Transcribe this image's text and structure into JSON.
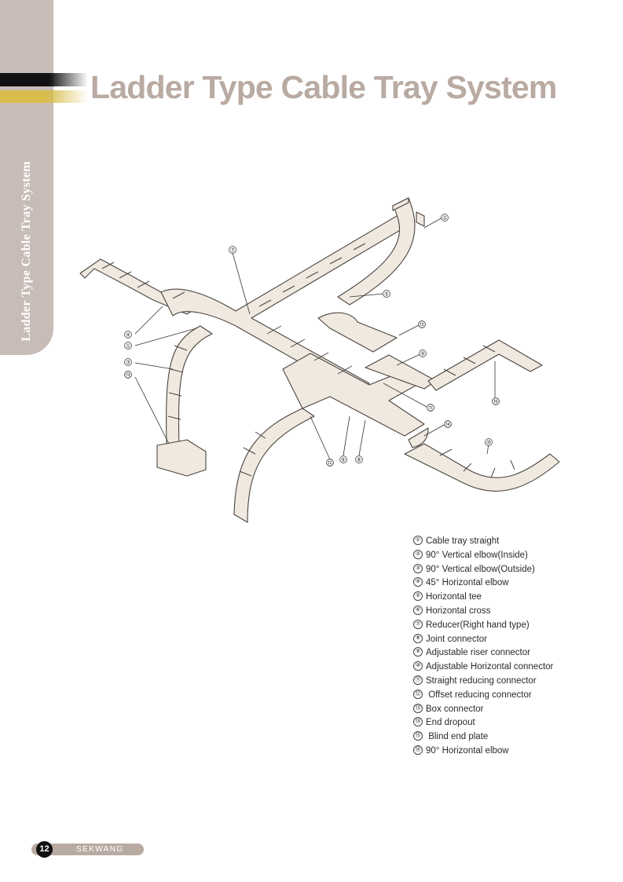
{
  "side_tab": {
    "title": "Ladder Type Cable Tray System"
  },
  "header": {
    "title": "Ladder Type Cable Tray System"
  },
  "diagram": {
    "callouts": [
      "①",
      "②",
      "③",
      "④",
      "⑤",
      "⑥",
      "⑦",
      "⑧",
      "⑨",
      "⑩",
      "⑪",
      "⑫",
      "⑬",
      "⑭",
      "⑮",
      "⑯"
    ]
  },
  "legend": [
    {
      "num": "①",
      "label": "Cable tray straight"
    },
    {
      "num": "②",
      "label": "90° Vertical elbow(Inside)"
    },
    {
      "num": "③",
      "label": "90° Vertical elbow(Outside)"
    },
    {
      "num": "④",
      "label": "45° Horizontal elbow"
    },
    {
      "num": "⑤",
      "label": "Horizontal tee"
    },
    {
      "num": "⑥",
      "label": "Horizontal cross"
    },
    {
      "num": "⑦",
      "label": "Reducer(Right hand type)"
    },
    {
      "num": "⑧",
      "label": "Joint connector"
    },
    {
      "num": "⑨",
      "label": "Adjustable riser connector"
    },
    {
      "num": "⑩",
      "label": "Adjustable Horizontal connector"
    },
    {
      "num": "⑪",
      "label": "Straight reducing connector"
    },
    {
      "num": "⑫",
      "label": " Offset reducing connector"
    },
    {
      "num": "⑬",
      "label": "Box connector"
    },
    {
      "num": "⑭",
      "label": "End dropout"
    },
    {
      "num": "⑮",
      "label": " Blind end plate"
    },
    {
      "num": "⑯",
      "label": "90° Horizontal elbow"
    }
  ],
  "footer": {
    "page_number": "12",
    "brand": "SEKWANG"
  },
  "colors": {
    "tab": "#c7bcb6",
    "title": "#b9aaa2",
    "gold": "#d8bd4a",
    "tray_fill": "#f0e9e0",
    "tray_line": "#4a4540"
  }
}
